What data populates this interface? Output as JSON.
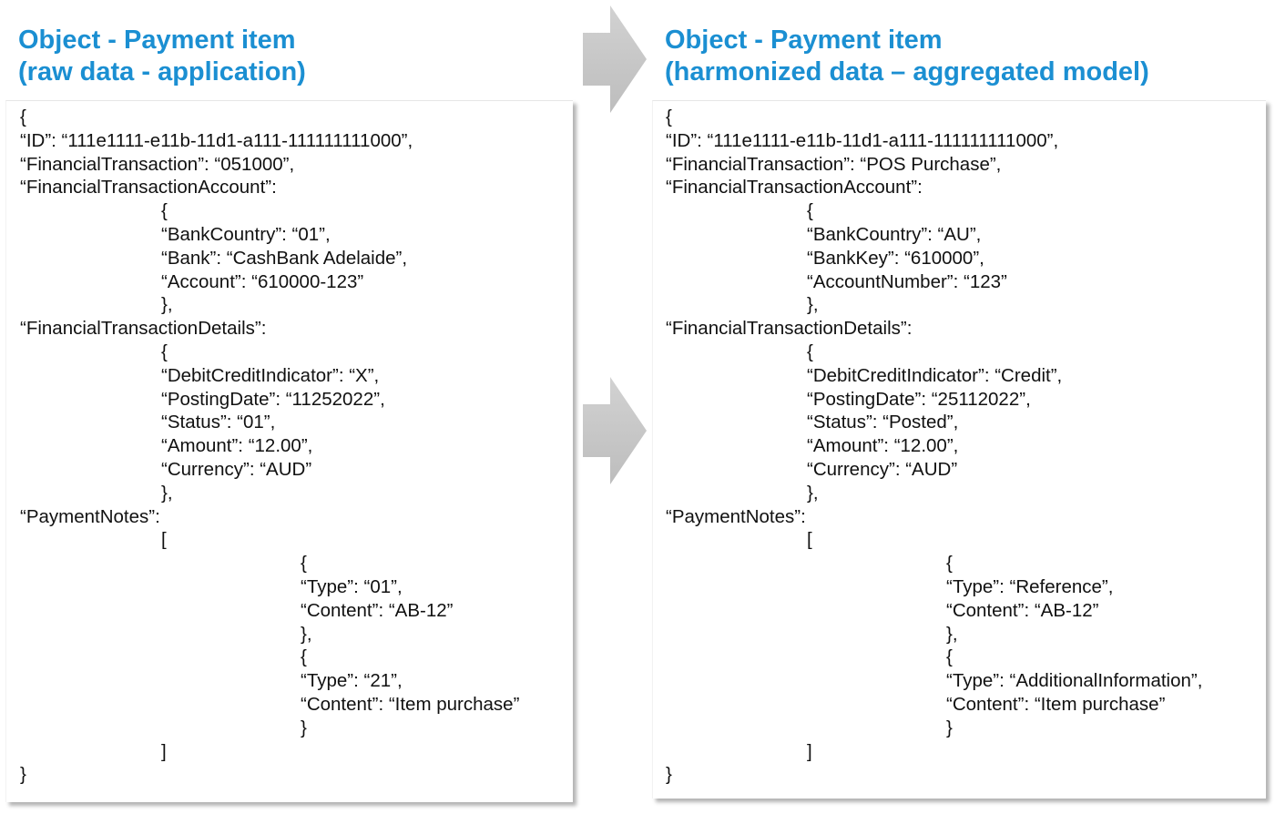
{
  "left": {
    "title_line1": "Object - Payment item",
    "title_line2": "(raw data - application)",
    "lines": [
      {
        "indent": 0,
        "text": "{"
      },
      {
        "indent": 0,
        "text": "“ID”: “111e1111-e11b-11d1-a111-111111111000”,"
      },
      {
        "indent": 0,
        "text": "“FinancialTransaction”: “051000”,"
      },
      {
        "indent": 0,
        "text": "“FinancialTransactionAccount”:"
      },
      {
        "indent": 1,
        "text": "{"
      },
      {
        "indent": 1,
        "text": "“BankCountry”: “01”,"
      },
      {
        "indent": 1,
        "text": "“Bank”: “CashBank Adelaide”,"
      },
      {
        "indent": 1,
        "text": "“Account”: “610000-123”"
      },
      {
        "indent": 1,
        "text": "},"
      },
      {
        "indent": 0,
        "text": "“FinancialTransactionDetails”:"
      },
      {
        "indent": 1,
        "text": "{"
      },
      {
        "indent": 1,
        "text": "“DebitCreditIndicator”: “X”,"
      },
      {
        "indent": 1,
        "text": "“PostingDate”: “11252022”,"
      },
      {
        "indent": 1,
        "text": "“Status”: “01”,"
      },
      {
        "indent": 1,
        "text": "“Amount”: “12.00”,"
      },
      {
        "indent": 1,
        "text": "“Currency”: “AUD”"
      },
      {
        "indent": 1,
        "text": "},"
      },
      {
        "indent": 0,
        "text": "“PaymentNotes”:"
      },
      {
        "indent": 1,
        "text": "["
      },
      {
        "indent": 2,
        "text": "{"
      },
      {
        "indent": 2,
        "text": "“Type”: “01”,"
      },
      {
        "indent": 2,
        "text": "“Content”: “AB-12”"
      },
      {
        "indent": 2,
        "text": "},"
      },
      {
        "indent": 2,
        "text": "{"
      },
      {
        "indent": 2,
        "text": "“Type”: “21”,"
      },
      {
        "indent": 2,
        "text": "“Content”: “Item purchase”"
      },
      {
        "indent": 2,
        "text": "}"
      },
      {
        "indent": 1,
        "text": "]"
      },
      {
        "indent": 0,
        "text": "}"
      }
    ]
  },
  "right": {
    "title_line1": "Object - Payment item",
    "title_line2": "(harmonized data – aggregated model)",
    "lines": [
      {
        "indent": 0,
        "text": "{"
      },
      {
        "indent": 0,
        "text": "“ID”: “111e1111-e11b-11d1-a111-111111111000”,"
      },
      {
        "indent": 0,
        "text": "“FinancialTransaction”: “POS Purchase”,"
      },
      {
        "indent": 0,
        "text": "“FinancialTransactionAccount”:"
      },
      {
        "indent": 1,
        "text": "{"
      },
      {
        "indent": 1,
        "text": "“BankCountry”: “AU”,"
      },
      {
        "indent": 1,
        "text": "“BankKey”: “610000”,"
      },
      {
        "indent": 1,
        "text": "“AccountNumber”: “123”"
      },
      {
        "indent": 1,
        "text": "},"
      },
      {
        "indent": 0,
        "text": "“FinancialTransactionDetails”:"
      },
      {
        "indent": 1,
        "text": "{"
      },
      {
        "indent": 1,
        "text": "“DebitCreditIndicator”: “Credit”,"
      },
      {
        "indent": 1,
        "text": "“PostingDate”: “25112022”,"
      },
      {
        "indent": 1,
        "text": "“Status”: “Posted”,"
      },
      {
        "indent": 1,
        "text": "“Amount”: “12.00”,"
      },
      {
        "indent": 1,
        "text": "“Currency”: “AUD”"
      },
      {
        "indent": 1,
        "text": "},"
      },
      {
        "indent": 0,
        "text": "“PaymentNotes”:"
      },
      {
        "indent": 1,
        "text": "["
      },
      {
        "indent": 2,
        "text": "{"
      },
      {
        "indent": 2,
        "text": "“Type”: “Reference”,"
      },
      {
        "indent": 2,
        "text": "“Content”: “AB-12”"
      },
      {
        "indent": 2,
        "text": "},"
      },
      {
        "indent": 2,
        "text": "{"
      },
      {
        "indent": 2,
        "text": "“Type”: “AdditionalInformation”,"
      },
      {
        "indent": 2,
        "text": "“Content”: “Item purchase”"
      },
      {
        "indent": 2,
        "text": "}"
      },
      {
        "indent": 1,
        "text": "]"
      },
      {
        "indent": 0,
        "text": "}"
      }
    ]
  },
  "colors": {
    "title": "#1b8fd2",
    "text": "#111111",
    "arrow": "#c8c8c8"
  },
  "icons": {
    "transform_arrow": "right-chevron-arrow-icon"
  }
}
